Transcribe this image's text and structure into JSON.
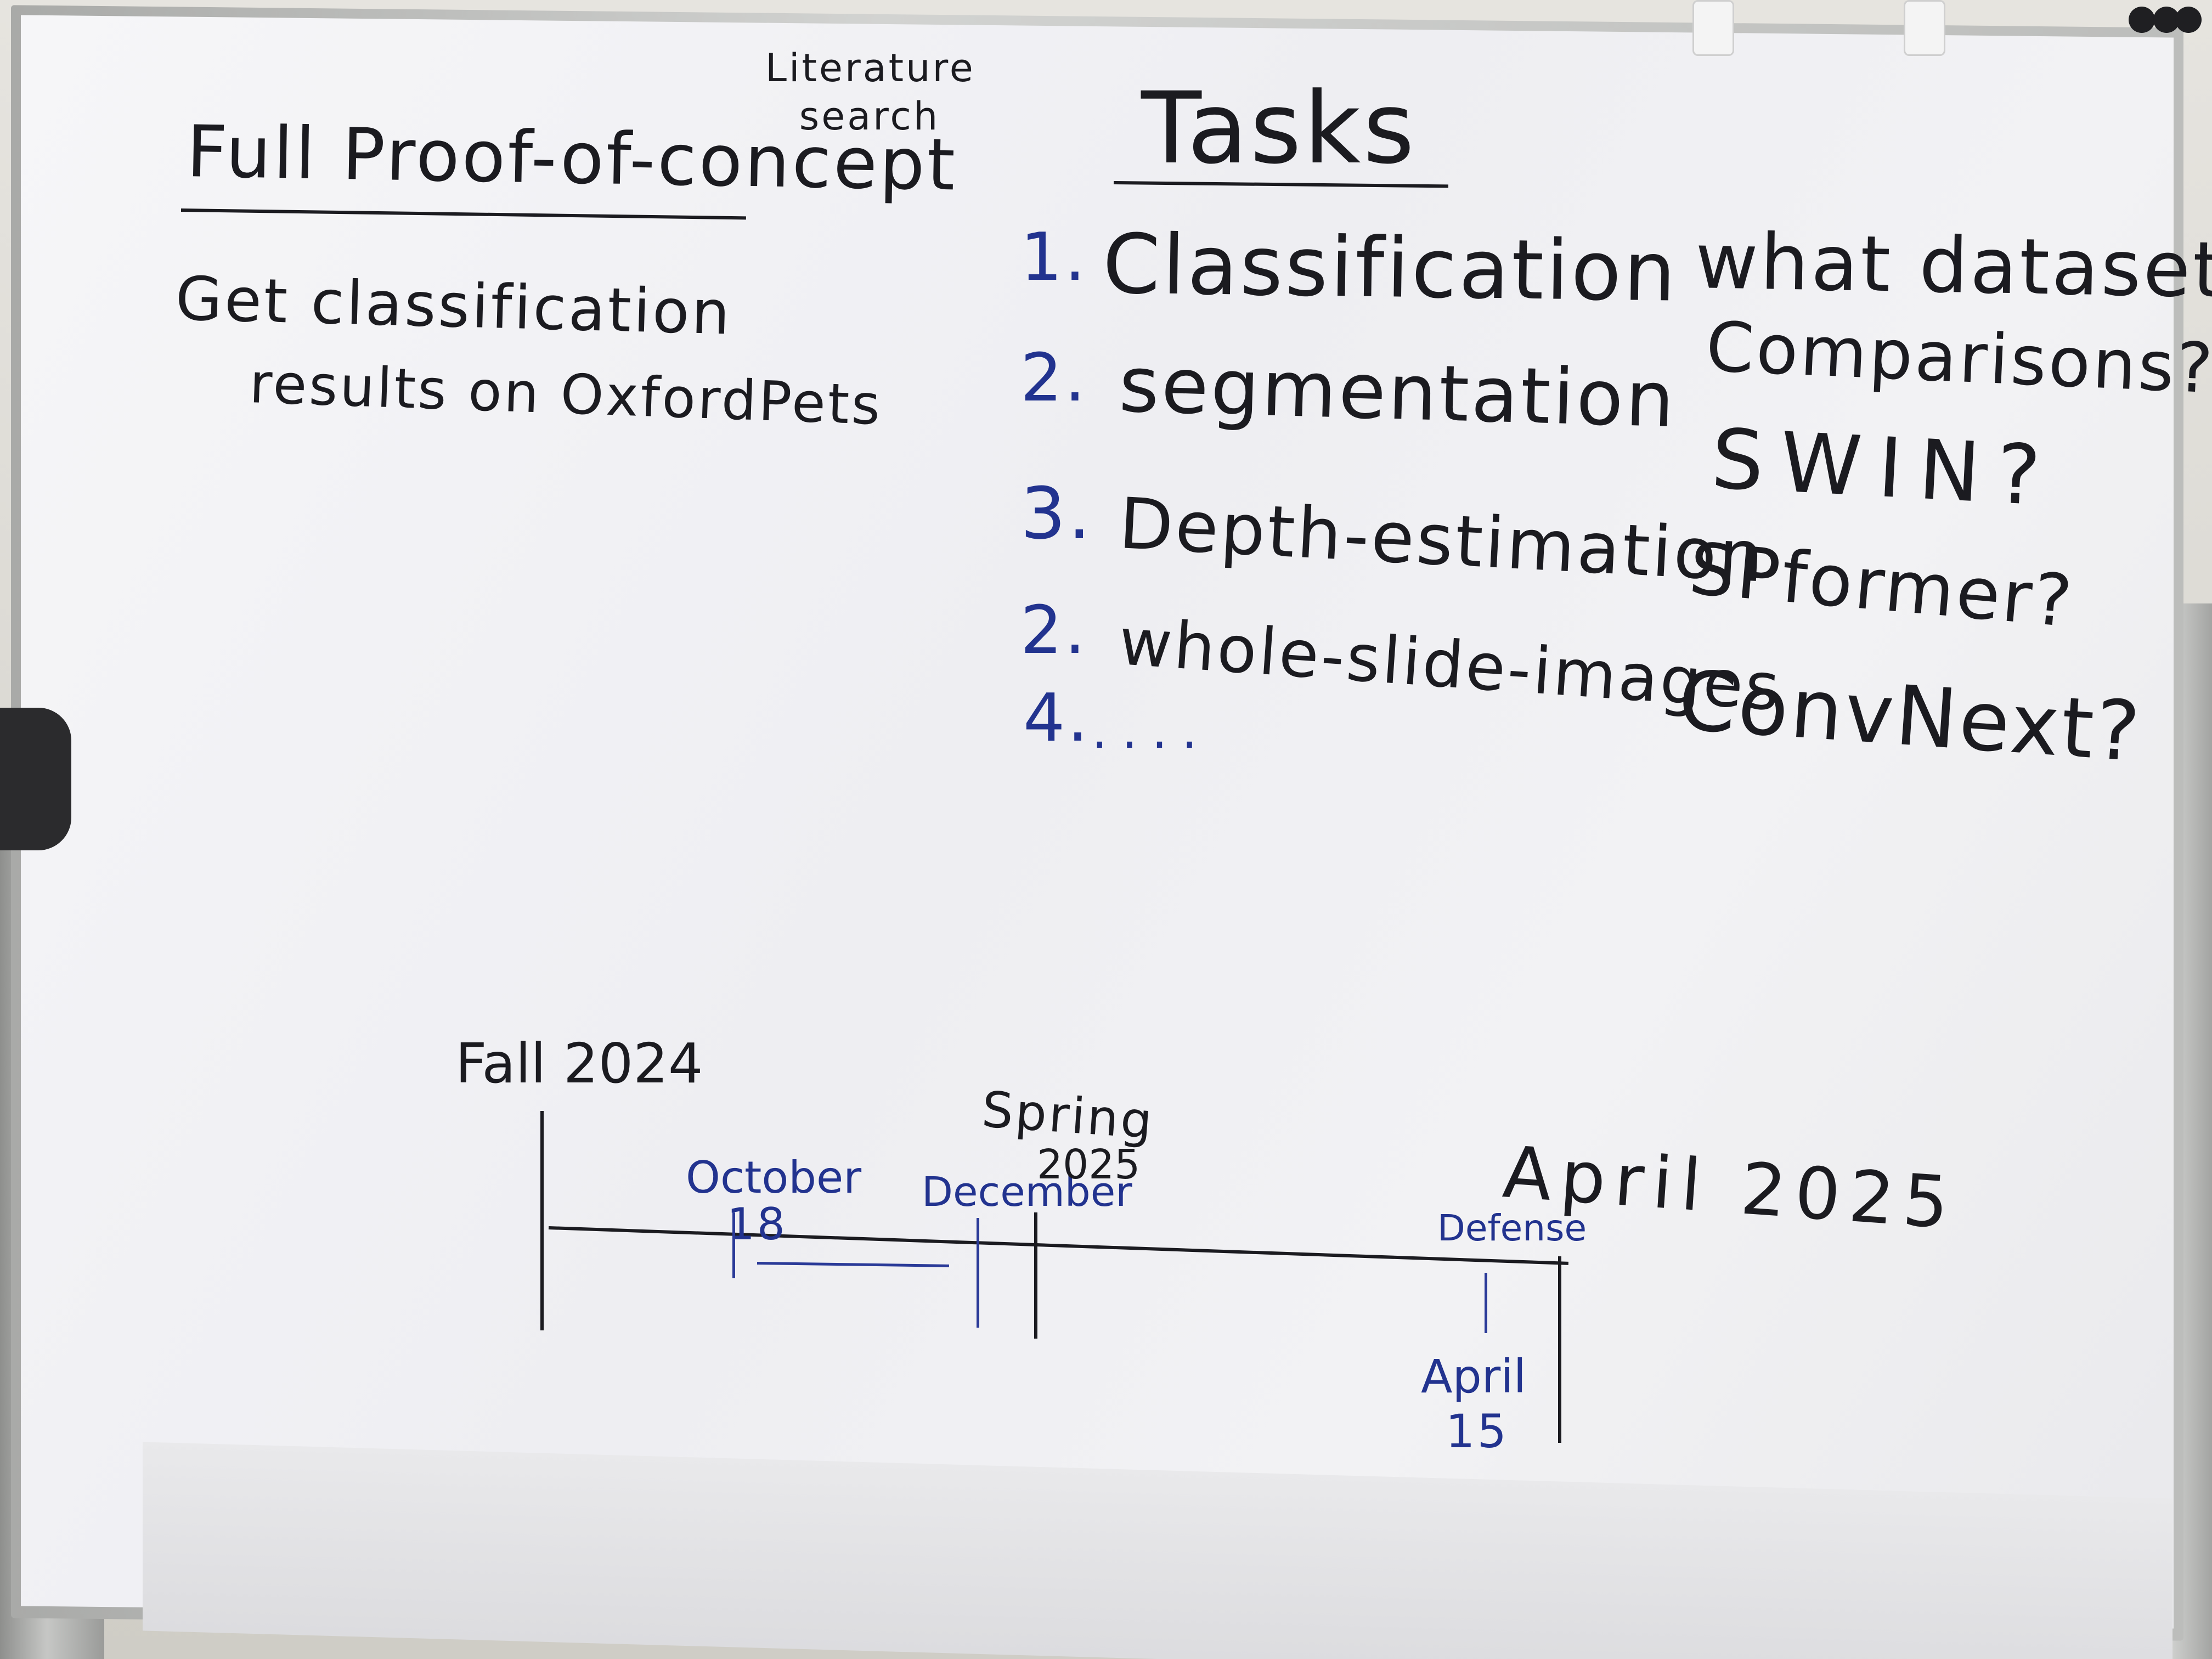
{
  "heading_left": {
    "title": "Full Proof-of-concept",
    "note": "Literature search"
  },
  "goal": {
    "line1": "Get classification",
    "line2": "results on OxfordPets"
  },
  "tasks": {
    "title": "Tasks",
    "items": [
      {
        "number": "1.",
        "label": "Classification"
      },
      {
        "number": "2.",
        "label": "segmentation"
      },
      {
        "number": "3.",
        "label": "Depth-estimation"
      },
      {
        "number": "2.",
        "label": "whole-slide-images"
      },
      {
        "number": "4.",
        "label": "...."
      }
    ]
  },
  "questions": [
    "what dataset?",
    "Comparisons?",
    "SWIN?",
    "SPformer?",
    "ConvNext?"
  ],
  "timeline": {
    "start": "Fall 2024",
    "spring_line1": "Spring",
    "spring_line2": "2025",
    "end": "April 2025",
    "milestones": {
      "october_month": "October",
      "october_day": "18",
      "december": "December",
      "defense": "Defense",
      "april_month": "April",
      "april_day": "15"
    }
  },
  "ink_colors": {
    "black": "#1b1b20",
    "blue": "#22338f"
  }
}
